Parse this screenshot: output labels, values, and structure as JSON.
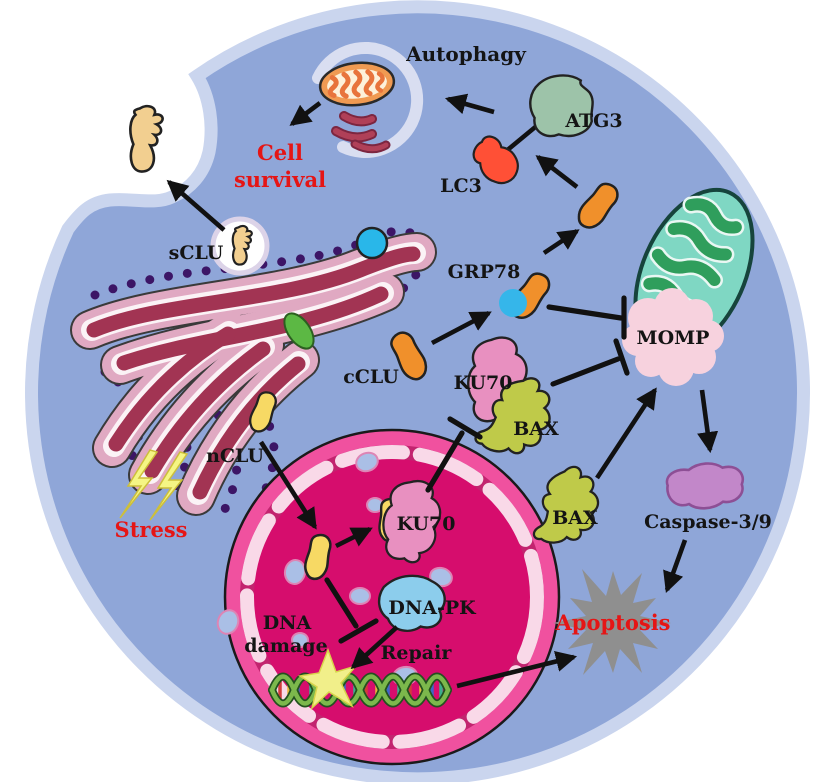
{
  "diagram": {
    "type": "cell-signaling-pathway",
    "labels": {
      "autophagy": "Autophagy",
      "atg3": "ATG3",
      "lc3": "LC3",
      "grp78": "GRP78",
      "cclu": "cCLU",
      "sclu": "sCLU",
      "nclu": "nCLU",
      "ku70_cyto": "KU70",
      "ku70_nuc": "KU70",
      "bax_complex": "BAX",
      "bax_free": "BAX",
      "momp": "MOMP",
      "caspase": "Caspase-3/9",
      "dna_pk": "DNA-PK",
      "repair": "Repair",
      "dna_damage_1": "DNA",
      "dna_damage_2": "damage",
      "cell_survival_1": "Cell",
      "cell_survival_2": "survival",
      "stress": "Stress",
      "apoptosis": "Apoptosis"
    },
    "edges": [
      {
        "from": "sCLU",
        "to": "extracellular",
        "type": "secretion-arrow"
      },
      {
        "from": "autophagosome",
        "to": "cell-survival",
        "type": "activate"
      },
      {
        "from": "LC3-ATG3",
        "to": "autophagosome",
        "type": "activate"
      },
      {
        "from": "CLU",
        "to": "LC3-ATG3",
        "type": "activate"
      },
      {
        "from": "GRP78-CLU",
        "to": "CLU",
        "type": "activate"
      },
      {
        "from": "cCLU",
        "to": "GRP78",
        "type": "activate"
      },
      {
        "from": "GRP78-CLU",
        "to": "MOMP",
        "type": "inhibit"
      },
      {
        "from": "KU70-BAX",
        "to": "MOMP",
        "type": "inhibit"
      },
      {
        "from": "nCLU",
        "to": "nucleus",
        "type": "translocation-arrow"
      },
      {
        "from": "nCLU",
        "to": "KU70-nuclear",
        "type": "activate"
      },
      {
        "from": "nCLU-KU70",
        "to": "KU70-BAX",
        "type": "inhibit"
      },
      {
        "from": "nCLU",
        "to": "DNA-repair",
        "type": "inhibit"
      },
      {
        "from": "DNA-PK",
        "to": "DNA-repair",
        "type": "activate"
      },
      {
        "from": "DNA-damage",
        "to": "apoptosis",
        "type": "activate"
      },
      {
        "from": "BAX",
        "to": "MOMP",
        "type": "activate"
      },
      {
        "from": "MOMP",
        "to": "caspase-3/9",
        "type": "activate"
      },
      {
        "from": "caspase-3/9",
        "to": "apoptosis",
        "type": "activate"
      }
    ],
    "colors": {
      "background": "#ffffff",
      "cell_fill": "#8fa6d8",
      "cell_rim": "#cad5ee",
      "nucleus_fill": "#d60d6d",
      "nucleus_rim": "#f0519f",
      "nucleus_envelope": "#f9d9e8",
      "nucleus_pore": "#c2246f",
      "er_membrane": "#e0a9c2",
      "er_lumen": "#a23453",
      "ribosome": "#3c1566",
      "mito_teal": "#7fd7c3",
      "mito_cristae": "#2f9e5c",
      "autophagosome": "#d9def1",
      "mito_orange": "#f09a52",
      "lc3": "#ff5036",
      "atg3": "#9dc3a9",
      "grp78_blue": "#35b6ea",
      "clu_orange": "#f0902b",
      "clu_yellow": "#f7d964",
      "clu_tan": "#f2cf90",
      "ku70_pink": "#e890c0",
      "bax_green": "#bfca49",
      "momp_cloud": "#f7d2de",
      "caspase_mauve": "#c287c9",
      "dnapk_blue": "#8ccdec",
      "apoptosis_gray": "#8f8f8f",
      "dna_green": "#7cb84c",
      "damage_yellow": "#f1ef8a",
      "arrow_black": "#111111",
      "label_red": "#e51515"
    }
  }
}
